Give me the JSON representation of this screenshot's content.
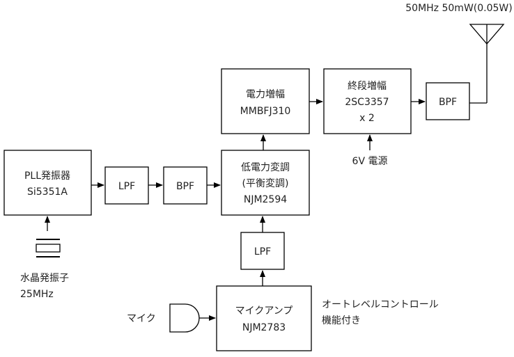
{
  "output_spec": "50MHz 50mW(0.05W)",
  "blocks": {
    "pll": {
      "line1": "PLL発振器",
      "line2": "Si5351A"
    },
    "lpf1": {
      "line1": "LPF"
    },
    "bpf1": {
      "line1": "BPF"
    },
    "modulator": {
      "line1": "低電力変調",
      "line2": "(平衡変調)",
      "line3": "NJM2594"
    },
    "power_amp": {
      "line1": "電力増幅",
      "line2": "MMBFJ310"
    },
    "final_amp": {
      "line1": "終段増幅",
      "line2": "2SC3357",
      "line3": "x 2"
    },
    "bpf2": {
      "line1": "BPF"
    },
    "lpf2": {
      "line1": "LPF"
    },
    "mic_amp": {
      "line1": "マイクアンプ",
      "line2": "NJM2783"
    }
  },
  "labels": {
    "crystal_name": "水晶発振子",
    "crystal_freq": "25MHz",
    "power_supply": "6V 電源",
    "mic": "マイク",
    "alc_line1": "オートレベルコントロール",
    "alc_line2": "機能付き"
  }
}
